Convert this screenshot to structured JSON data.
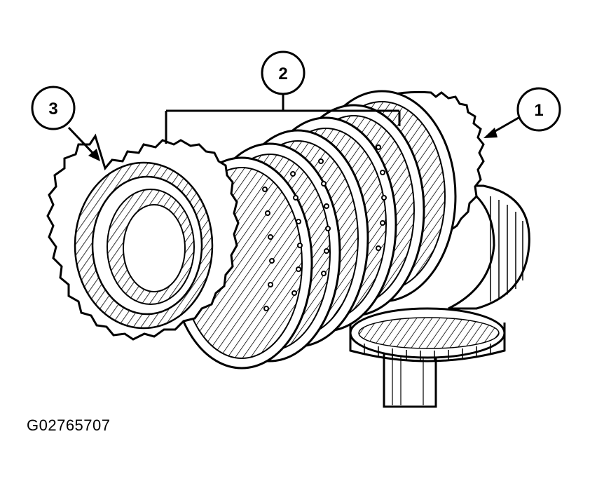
{
  "callouts": [
    {
      "id": "callout-1",
      "label": "1"
    },
    {
      "id": "callout-2",
      "label": "2"
    },
    {
      "id": "callout-3",
      "label": "3"
    }
  ],
  "figure_id": "G02765707",
  "colors": {
    "ink": "#000000",
    "paper": "#ffffff"
  }
}
